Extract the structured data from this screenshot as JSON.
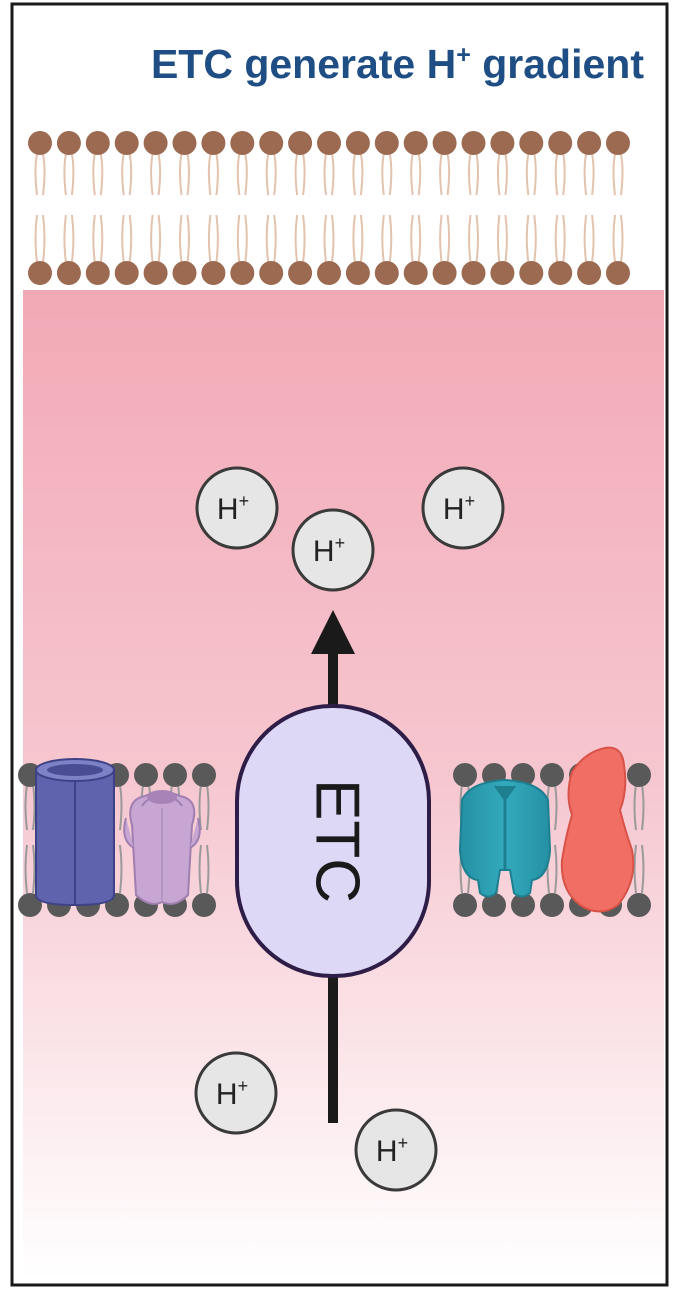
{
  "title": {
    "main": "ETC generate H",
    "superscript": "+",
    "tail": " gradient"
  },
  "ion_label": {
    "symbol": "H",
    "charge": "+"
  },
  "etc_label": "ETC",
  "protons": {
    "above_membrane": 3,
    "below_membrane": 2
  },
  "colors": {
    "title": "#1f4e85",
    "outer_lipid_head": "#9c6a50",
    "inner_lipid_head": "#595959",
    "gradient_top": "#f2a9b6",
    "gradient_bottom": "#ffffff",
    "etc_fill": "#dcd8f6",
    "etc_stroke": "#2e1d47",
    "proton_fill": "#e6e6e6",
    "arrow": "#1a1a1a"
  },
  "proteins": [
    {
      "name": "barrel-channel",
      "color": "#5f63ad"
    },
    {
      "name": "purple-channel",
      "color": "#c7a6d4"
    },
    {
      "name": "teal-transporter",
      "color": "#2aa0b3"
    },
    {
      "name": "red-protein",
      "color": "#f06e63"
    }
  ]
}
